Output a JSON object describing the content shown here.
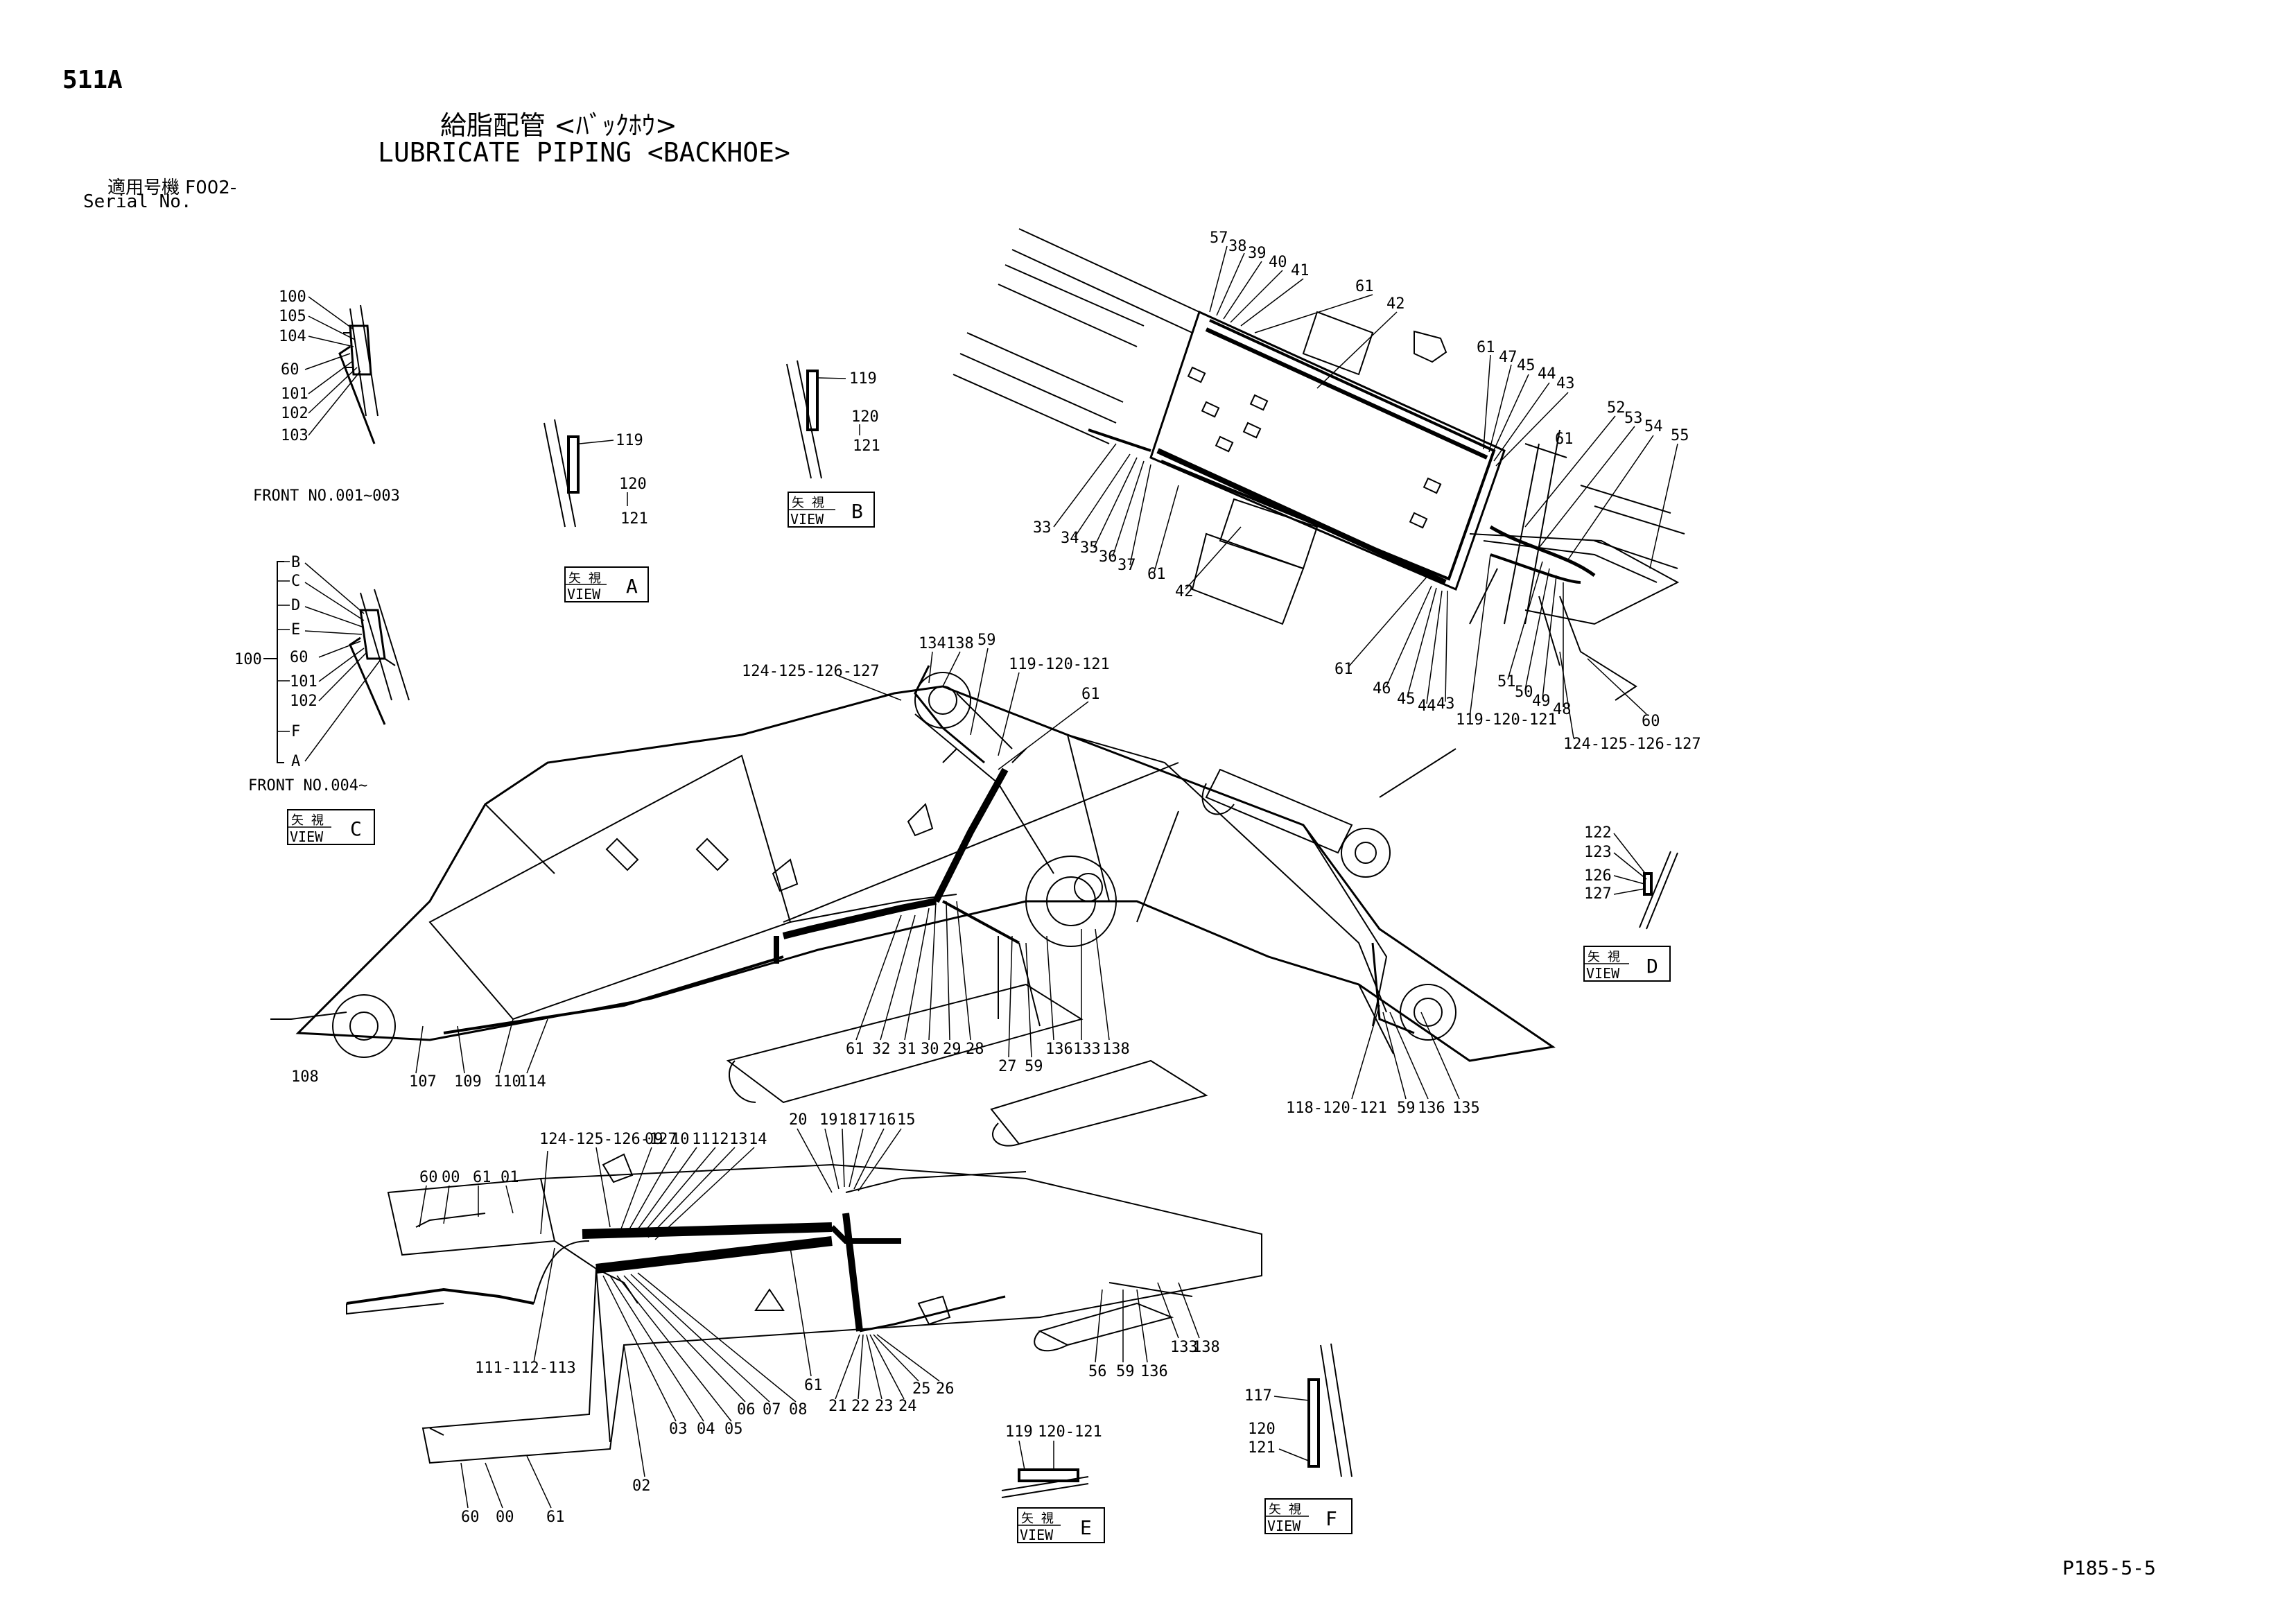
{
  "header": {
    "page_id": "511A",
    "title_jp": "給脂配管 <ﾊﾞｯｸﾎｳ>",
    "title_en": "LUBRICATE PIPING <BACKHOE>",
    "serial_jp": "適用号機 F002-",
    "serial_en": "Serial No."
  },
  "footer": {
    "doc_code": "P185-5-5"
  },
  "views": {
    "view_marker_jp": "矢 視",
    "view_word": "VIEW",
    "a": "A",
    "b": "B",
    "c": "C",
    "d": "D",
    "e": "E",
    "f": "F"
  },
  "notes": {
    "front_001_003": "FRONT NO.001~003",
    "front_004": "FRONT NO.004~"
  },
  "callouts": {
    "v1": [
      "100",
      "105",
      "104",
      "60",
      "101",
      "102",
      "103"
    ],
    "v2": [
      "B",
      "C",
      "D",
      "E",
      "60",
      "101",
      "102",
      "F",
      "A"
    ],
    "v2_root": "100",
    "view_a": [
      "119",
      "120",
      "121"
    ],
    "view_b": [
      "119",
      "120",
      "121"
    ],
    "view_d": [
      "122",
      "123",
      "126",
      "127"
    ],
    "view_e": [
      "119",
      "120-121"
    ],
    "view_f": [
      "117",
      "120",
      "121"
    ],
    "arm_top": [
      "57",
      "38",
      "39",
      "40",
      "41",
      "61",
      "42",
      "61",
      "47",
      "45",
      "44",
      "43",
      "52",
      "53",
      "54",
      "55",
      "61"
    ],
    "arm_left": [
      "33",
      "34",
      "35",
      "36",
      "37",
      "61",
      "42"
    ],
    "arm_bottom": [
      "61",
      "46",
      "45",
      "44",
      "43",
      "119-120-121",
      "51",
      "50",
      "49",
      "48",
      "60",
      "124-125-126-127"
    ],
    "boom_top": [
      "134",
      "138",
      "59",
      "124-125-126-127",
      "119-120-121",
      "61"
    ],
    "boom_bottom": [
      "108",
      "107",
      "109",
      "110",
      "114",
      "61",
      "32",
      "31",
      "30",
      "29",
      "28",
      "27",
      "59",
      "136",
      "133",
      "138"
    ],
    "boom_right": [
      "118-120-121",
      "59",
      "136",
      "135"
    ],
    "base_top": [
      "124-125-126-127",
      "09",
      "10",
      "11",
      "12",
      "13",
      "14",
      "20",
      "19",
      "18",
      "17",
      "16",
      "15",
      "60",
      "00",
      "61",
      "01"
    ],
    "base_bottom": [
      "111-112-113",
      "03",
      "04",
      "05",
      "06",
      "07",
      "08",
      "61",
      "02",
      "21",
      "22",
      "23",
      "24",
      "25",
      "26",
      "56",
      "59",
      "136",
      "133",
      "138",
      "60",
      "00",
      "61"
    ]
  }
}
